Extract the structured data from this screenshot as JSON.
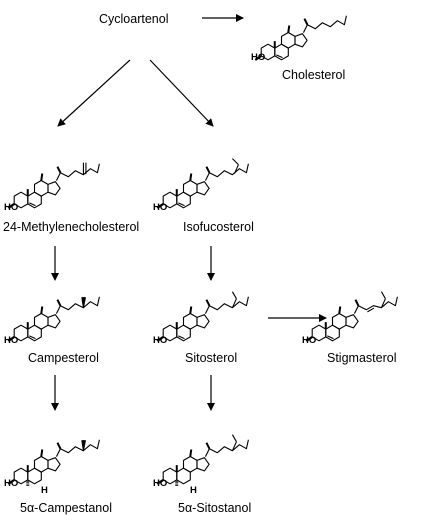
{
  "compounds": {
    "cycloartenol": "Cycloartenol",
    "cholesterol": "Cholesterol",
    "methylenecholesterol": "24-Methylenecholesterol",
    "isofucosterol": "Isofucosterol",
    "campesterol": "Campesterol",
    "sitosterol": "Sitosterol",
    "stigmasterol": "Stigmasterol",
    "campestanol": "5α-Campestanol",
    "sitostanol": "5α-Sitostanol"
  },
  "atoms": {
    "hydroxyl": "HO",
    "hydrogen": "H"
  }
}
